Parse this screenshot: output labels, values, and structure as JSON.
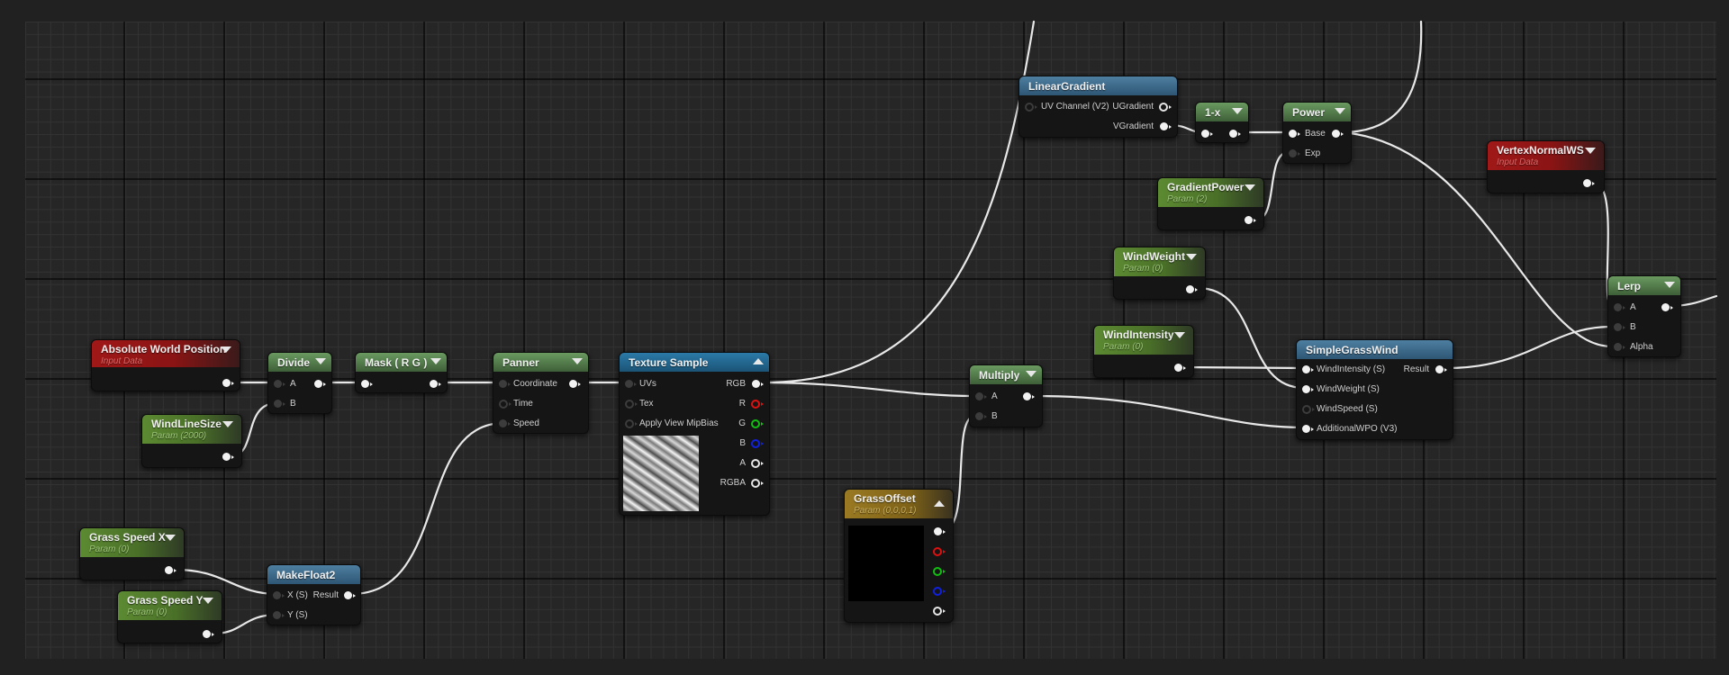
{
  "editor": {
    "type": "material-graph",
    "colors": {
      "background": "#212121",
      "grid": "#262626",
      "wire": "#e8e8e8",
      "param_header": "#5c8a32",
      "input_data_header": "#a01818",
      "function_header": "#4e7fa0",
      "texture_header": "#2b7aa8",
      "vector_param_header": "#9a7a22",
      "operator_header": "#5a8a50"
    }
  },
  "nodes": {
    "absolute_world_position": {
      "title": "Absolute World Position",
      "subtitle": "Input Data"
    },
    "wind_line_size": {
      "title": "WindLineSize",
      "subtitle": "Param (2000)"
    },
    "divide": {
      "title": "Divide",
      "pins": [
        "A",
        "B"
      ]
    },
    "mask": {
      "title": "Mask ( R G )"
    },
    "panner": {
      "title": "Panner",
      "pins": [
        "Coordinate",
        "Time",
        "Speed"
      ]
    },
    "texture_sample": {
      "title": "Texture Sample",
      "inputs": [
        "UVs",
        "Tex",
        "Apply View MipBias"
      ],
      "outputs": [
        "RGB",
        "R",
        "G",
        "B",
        "A",
        "RGBA"
      ]
    },
    "grass_speed_x": {
      "title": "Grass Speed X",
      "subtitle": "Param (0)"
    },
    "grass_speed_y": {
      "title": "Grass Speed Y",
      "subtitle": "Param (0)"
    },
    "make_float2": {
      "title": "MakeFloat2",
      "inputs": [
        "X (S)",
        "Y (S)"
      ],
      "output": "Result"
    },
    "grass_offset": {
      "title": "GrassOffset",
      "subtitle": "Param (0,0,0,1)"
    },
    "multiply": {
      "title": "Multiply",
      "pins": [
        "A",
        "B"
      ]
    },
    "linear_gradient": {
      "title": "LinearGradient",
      "input": "UV Channel (V2)",
      "outputs": [
        "UGradient",
        "VGradient"
      ]
    },
    "one_minus": {
      "title": "1-x"
    },
    "power": {
      "title": "Power",
      "pins": [
        "Base",
        "Exp"
      ]
    },
    "gradient_power": {
      "title": "GradientPower",
      "subtitle": "Param (2)"
    },
    "wind_weight": {
      "title": "WindWeight",
      "subtitle": "Param (0)"
    },
    "wind_intensity": {
      "title": "WindIntensity",
      "subtitle": "Param (0)"
    },
    "simple_grass_wind": {
      "title": "SimpleGrassWind",
      "inputs": [
        "WindIntensity (S)",
        "WindWeight (S)",
        "WindSpeed (S)",
        "AdditionalWPO (V3)"
      ],
      "output": "Result"
    },
    "vertex_normal_ws": {
      "title": "VertexNormalWS",
      "subtitle": "Input Data"
    },
    "lerp": {
      "title": "Lerp",
      "pins": [
        "A",
        "B",
        "Alpha"
      ]
    }
  }
}
